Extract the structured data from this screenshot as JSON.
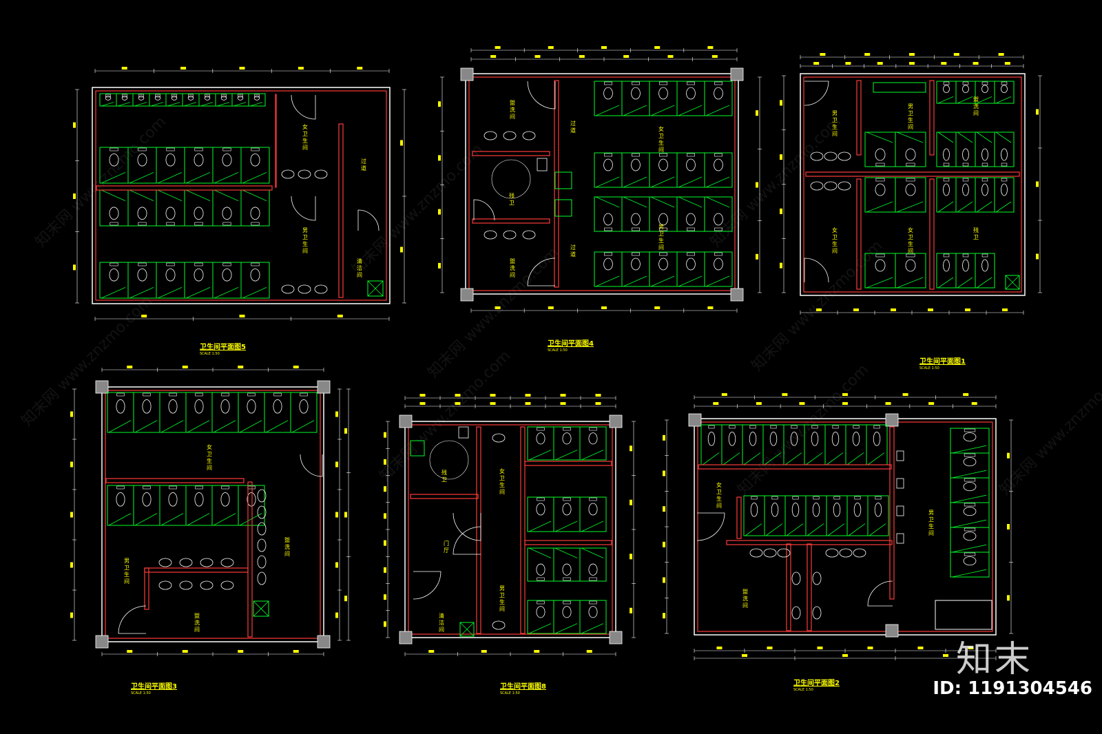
{
  "palette": {
    "background": "#000000",
    "wall_red": "#ff3b3b",
    "wall_white": "#ffffff",
    "fixture_green": "#00ff2a",
    "dimension_yellow": "#ffff00",
    "column_grey": "#888888"
  },
  "plans": [
    {
      "title": "卫生间平面图5",
      "scale": "SCALE 1:50",
      "labels": [
        "女卫生间",
        "男卫生间",
        "过道",
        "清洁间"
      ]
    },
    {
      "title": "卫生间平面图4",
      "scale": "SCALE 1:50",
      "labels": [
        "女卫生间",
        "男卫生间",
        "盥洗间",
        "残卫",
        "过道"
      ]
    },
    {
      "title": "卫生间平面图1",
      "scale": "SCALE 1:50",
      "labels": [
        "男卫生间",
        "女卫生间",
        "盥洗间",
        "残卫"
      ]
    },
    {
      "title": "卫生间平面图3",
      "scale": "SCALE 1:50",
      "labels": [
        "女卫生间",
        "男卫生间",
        "盥洗间"
      ]
    },
    {
      "title": "卫生间平面图8",
      "scale": "SCALE 1:50",
      "labels": [
        "女卫生间",
        "男卫生间",
        "残卫",
        "门厅",
        "清洁间"
      ]
    },
    {
      "title": "卫生间平面图2",
      "scale": "SCALE 1:50",
      "labels": [
        "女卫生间",
        "男卫生间",
        "盥洗间"
      ]
    }
  ],
  "watermark": {
    "text": "www.znzmo.com",
    "cn": "知末网",
    "brand": "知末",
    "id": "ID: 1191304546"
  }
}
